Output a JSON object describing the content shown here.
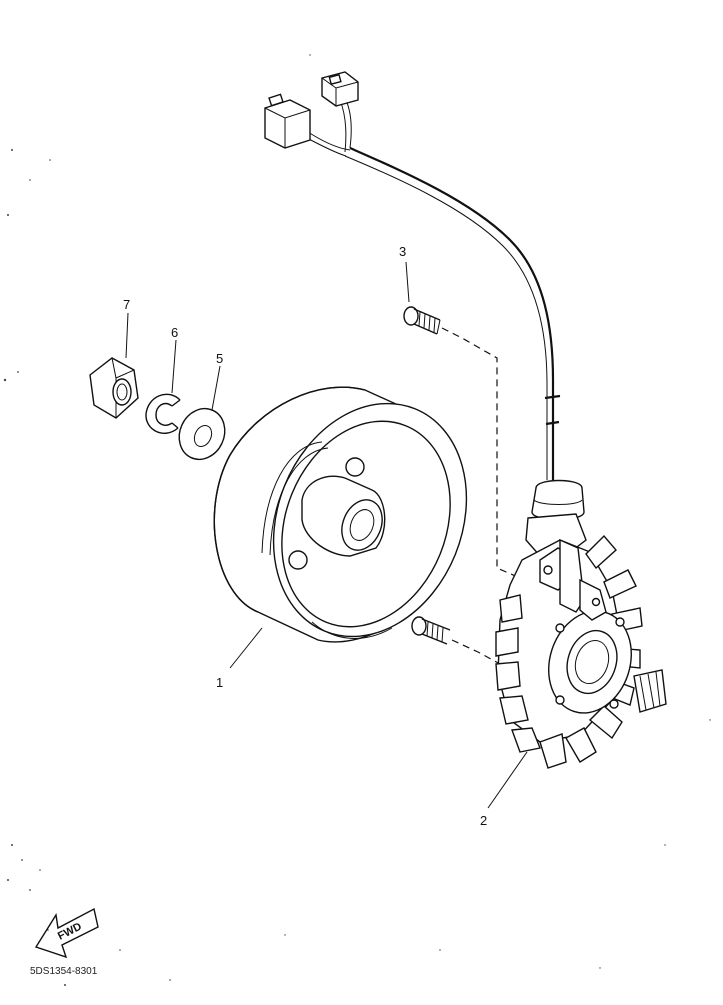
{
  "callouts": {
    "rotor": "1",
    "stator": "2",
    "screw": "3",
    "washer": "5",
    "circlip": "6",
    "nut": "7"
  },
  "forward_label": "FWD",
  "drawing_code": "5DS1354-8301",
  "icons": [
    "forward-arrow-icon"
  ]
}
